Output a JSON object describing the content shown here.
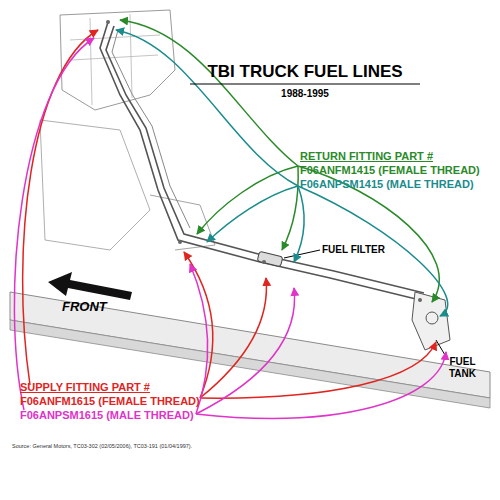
{
  "diagram": {
    "title": "TBI TRUCK FUEL LINES",
    "caption": "Source: General Motors, TC03-302 (02/05/2006), TC03-191 (01/04/1997).",
    "labels": [
      "1988-1995",
      "RETURN FITTING PART #",
      "F06ANFM1415 (FEMALE THREAD)",
      "F06ANPSM1415 (MALE THREAD)",
      "FUEL FILTER",
      "FRONT",
      "FUEL TANK",
      "SUPPLY FITTING PART #",
      "F06ANFM1615 (FEMALE THREAD)",
      "F06ANPSM1615 (MALE THREAD)"
    ]
  }
}
